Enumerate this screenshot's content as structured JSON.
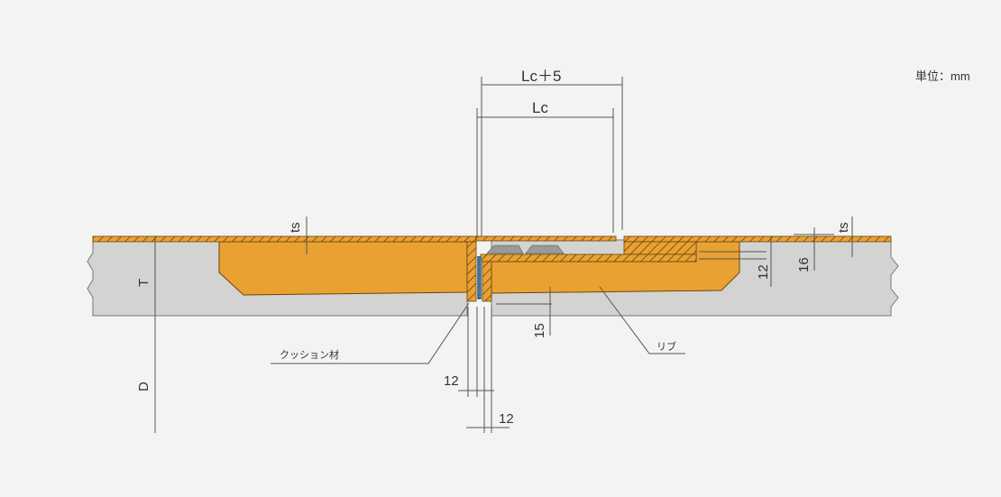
{
  "units_label": "単位：mm",
  "dimensions": {
    "lc_plus_5": "Lc＋5",
    "lc": "Lc",
    "ts_left": "ts",
    "ts_right": "ts",
    "t": "T",
    "d": "D",
    "rib_depth": "15",
    "plate_12": "12",
    "plate_16": "16",
    "gap_12_a": "12",
    "gap_12_b": "12"
  },
  "labels": {
    "cushion": "クッション材",
    "rib": "リブ"
  },
  "colors": {
    "steel": "#e9a232",
    "concrete": "#d3d3d1",
    "cushion": "#3a6c8c",
    "grip": "#9a9a9a"
  }
}
